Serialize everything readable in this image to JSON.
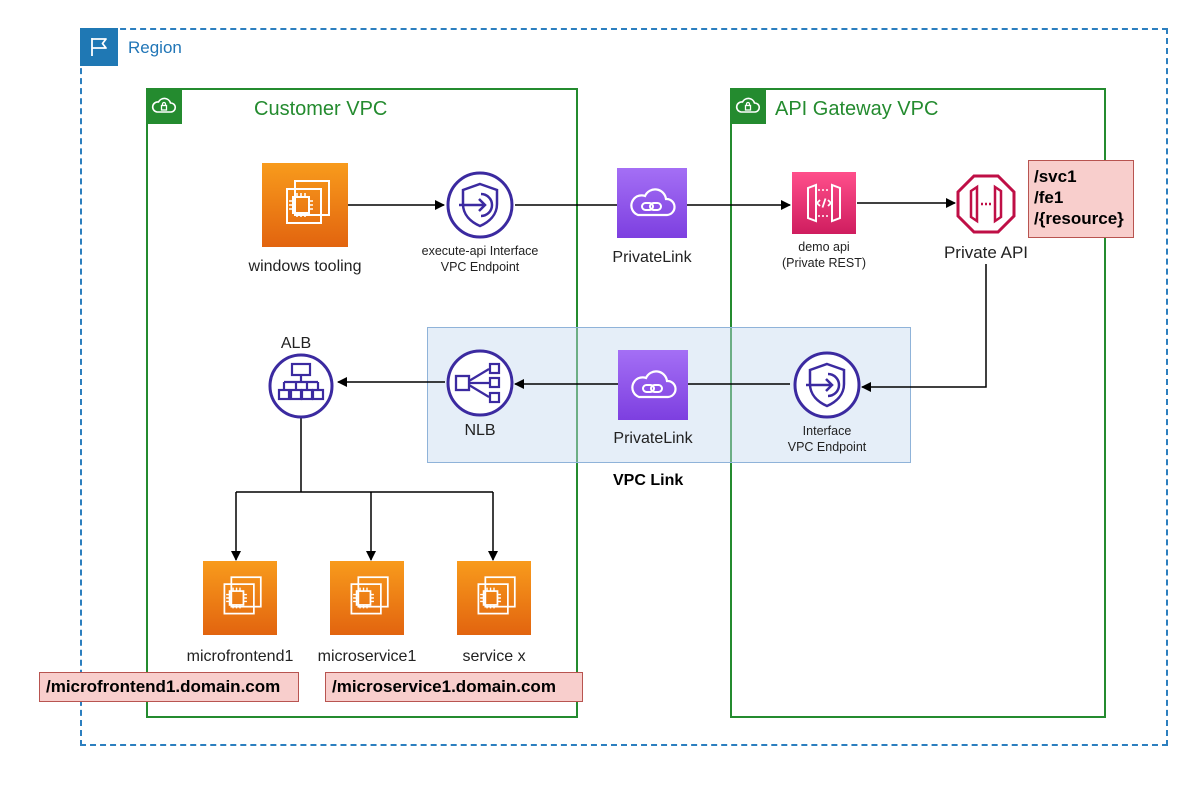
{
  "region": {
    "label": "Region",
    "icon": "flag-icon",
    "color": "#2c7fbf"
  },
  "customer_vpc": {
    "label": "Customer VPC",
    "icon": "cloud-lock-icon",
    "color": "#248b2f"
  },
  "apigw_vpc": {
    "label": "API Gateway VPC",
    "icon": "cloud-lock-icon",
    "color": "#248b2f"
  },
  "vpc_link": {
    "label": "VPC Link"
  },
  "nodes": {
    "windows_tooling": {
      "label": "windows tooling",
      "icon": "ec2-instance-icon"
    },
    "execute_api_endpoint": {
      "line1": "execute-api Interface",
      "line2": "VPC Endpoint",
      "icon": "vpc-endpoint-icon"
    },
    "privatelink_top": {
      "label": "PrivateLink",
      "icon": "privatelink-icon"
    },
    "demo_api": {
      "line1": "demo api",
      "line2": "(Private REST)",
      "icon": "api-gateway-icon"
    },
    "private_api": {
      "label": "Private API",
      "icon": "private-api-icon"
    },
    "alb": {
      "label": "ALB",
      "icon": "load-balancer-icon"
    },
    "nlb": {
      "label": "NLB",
      "icon": "network-load-balancer-icon"
    },
    "privatelink_bottom": {
      "label": "PrivateLink",
      "icon": "privatelink-icon"
    },
    "interface_endpoint": {
      "line1": "Interface",
      "line2": "VPC Endpoint",
      "icon": "vpc-endpoint-icon"
    },
    "microfrontend1": {
      "label": "microfrontend1",
      "icon": "ec2-instance-icon"
    },
    "microservice1": {
      "label": "microservice1",
      "icon": "ec2-instance-icon"
    },
    "service_x": {
      "label": "service x",
      "icon": "ec2-instance-icon"
    }
  },
  "notes": {
    "resources": [
      "/svc1",
      "/fe1",
      "/{resource}"
    ],
    "microfrontend_domain": "/microfrontend1.domain.com",
    "microservice_domain": "/microservice1.domain.com"
  },
  "colors": {
    "ec2": "#ed7100",
    "networking": "#8c4fff",
    "api_gateway": "#e7157b",
    "endpoint_stroke": "#3b2aa0",
    "private_api_stroke": "#bf0f46",
    "note_fill": "#f8cecc",
    "note_stroke": "#b85450"
  }
}
